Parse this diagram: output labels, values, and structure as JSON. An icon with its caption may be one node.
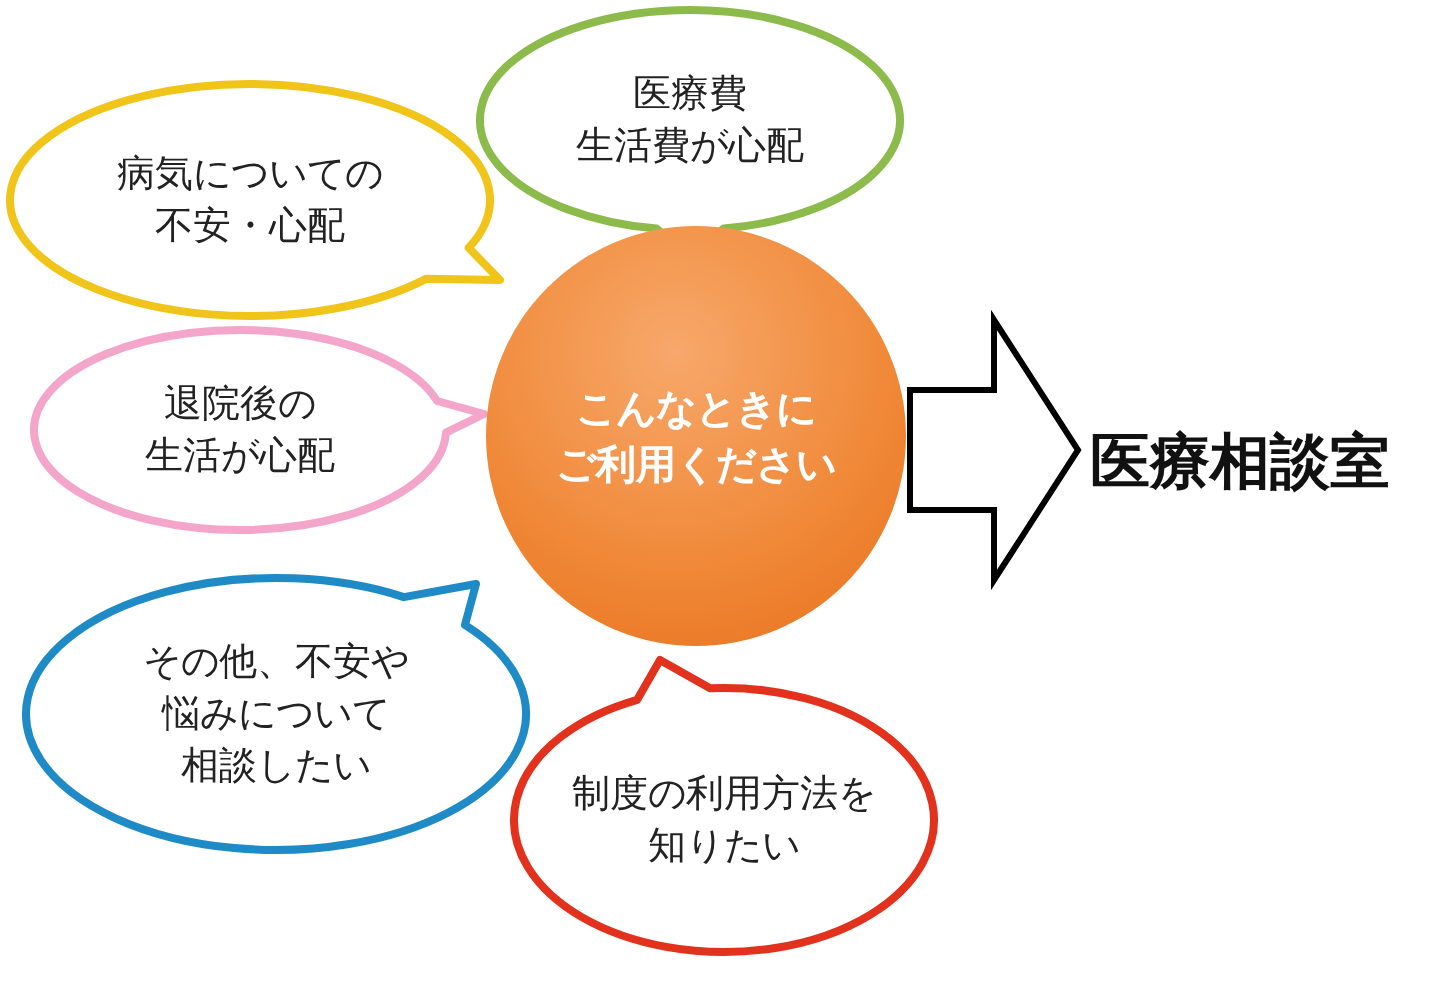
{
  "diagram": {
    "nodes": [
      {
        "text": [
          "病気についての不安・心配"
        ]
      },
      {
        "text": [
          "医療費生活費が心配"
        ]
      },
      {
        "text": [
          "退院後の生活が心配"
        ]
      },
      {
        "text": [
          "こんなときにご利用ください"
        ]
      },
      {
        "text": [
          "その他、不安や悩みについて相談したい"
        ]
      },
      {
        "text": [
          "制度の利用方法を知りたい"
        ]
      },
      {
        "text": [
          "医療相談室"
        ]
      }
    ],
    "edges": [
      {
        "from": 3,
        "to": 6,
        "arrow": "to"
      }
    ]
  }
}
